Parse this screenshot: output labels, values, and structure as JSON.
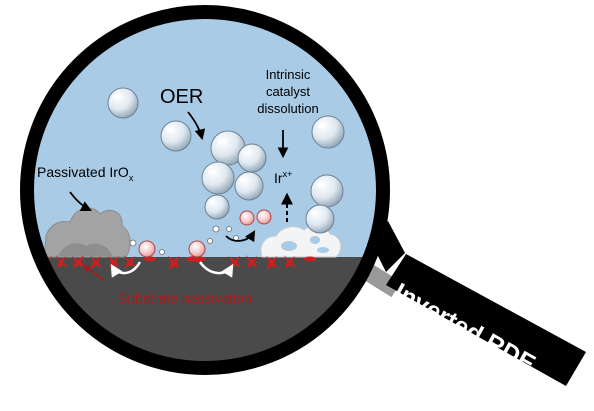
{
  "labels": {
    "oer": "OER",
    "dissolution_line1": "Intrinsic",
    "dissolution_line2": "catalyst",
    "dissolution_line3": "dissolution",
    "ion_base": "Ir",
    "ion_charge": "x+",
    "passivated_base": "Passivated IrO",
    "passivated_subscript": "x",
    "substrate": "Substrate passivation",
    "handle": "Inverted RDE"
  },
  "colors": {
    "electrolyte": "#a9cbe6",
    "frame": "#000000",
    "substrate": "#4a4a4a",
    "passivation": "#cc1f1f",
    "substrate_text": "#b01818",
    "deposit": "#a3a3a3",
    "particle": "#f3b8b8",
    "bubble": "#dfe8f0",
    "handle_text": "#ffffff"
  },
  "icons": [
    "magnifier-frame",
    "gas-bubble",
    "oxygen-particle",
    "curved-arrow"
  ]
}
